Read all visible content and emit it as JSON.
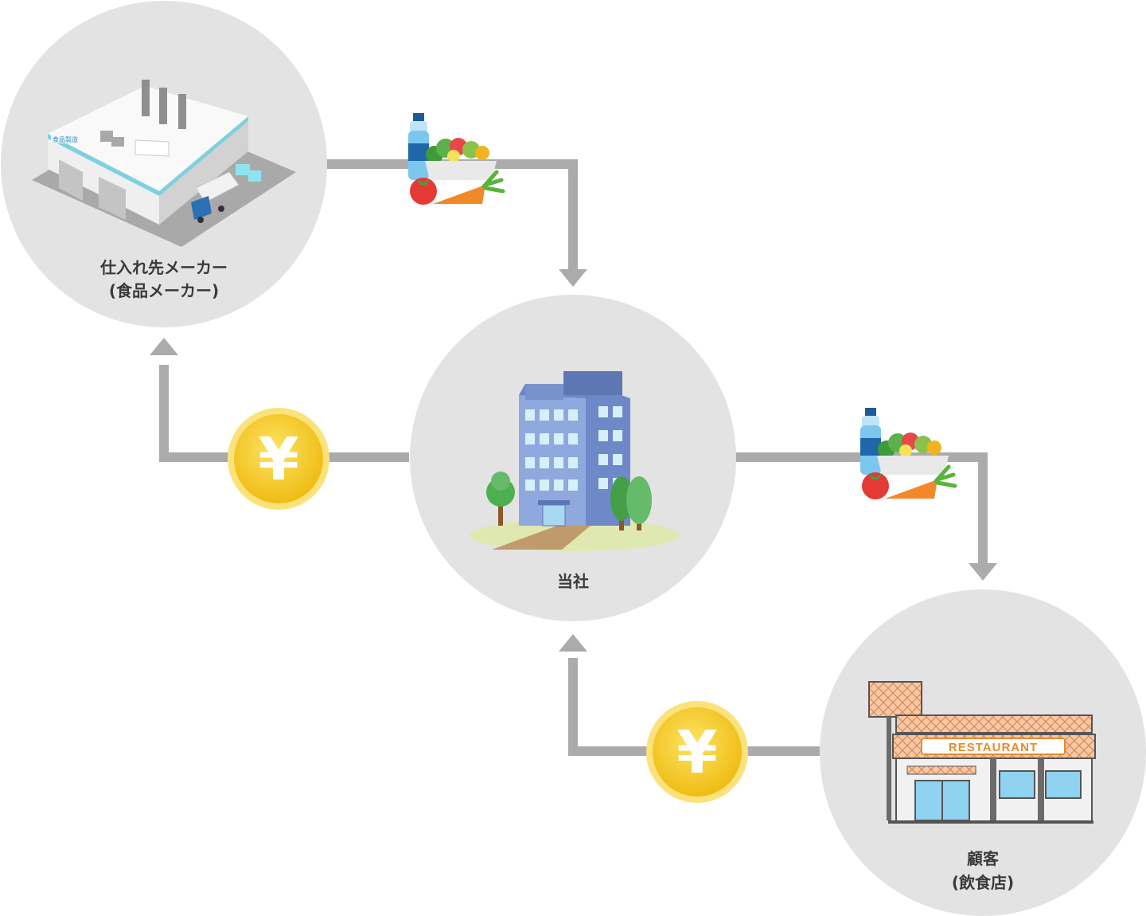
{
  "nodes": {
    "supplier": {
      "line1": "仕入れ先メーカー",
      "line2": "(食品メーカー)",
      "icon": "factory-icon",
      "sign": "食品製造"
    },
    "company": {
      "line1": "当社",
      "icon": "office-building-icon"
    },
    "customer": {
      "line1": "顧客",
      "line2": "(飲食店)",
      "icon": "restaurant-icon",
      "sign": "RESTAURANT"
    }
  },
  "flows": [
    {
      "from": "supplier",
      "to": "company",
      "kind": "goods",
      "icon": "food-goods-icon"
    },
    {
      "from": "company",
      "to": "customer",
      "kind": "goods",
      "icon": "food-goods-icon"
    },
    {
      "from": "company",
      "to": "supplier",
      "kind": "payment",
      "icon": "yen-coin-icon",
      "symbol": "¥"
    },
    {
      "from": "customer",
      "to": "company",
      "kind": "payment",
      "icon": "yen-coin-icon",
      "symbol": "¥"
    }
  ],
  "colors": {
    "circle": "#e3e3e3",
    "connector": "#ababab",
    "coin": "#f2c418",
    "coin_rim": "#fbe27a",
    "label": "#3a3a3a",
    "sign_text": "#e58a2e"
  }
}
